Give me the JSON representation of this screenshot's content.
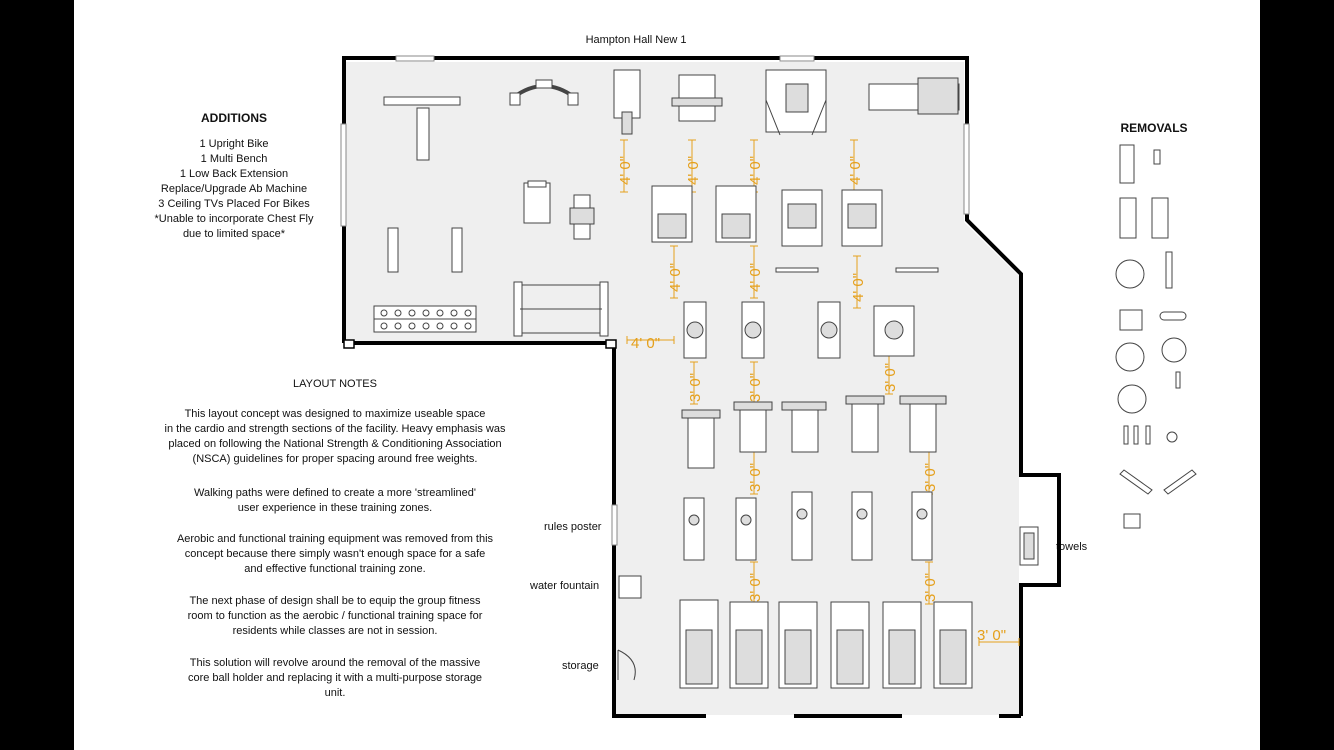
{
  "title": "Hampton Hall New 1",
  "additions": {
    "heading": "ADDITIONS",
    "lines": [
      "1 Upright Bike",
      "1 Multi Bench",
      "1 Low Back Extension",
      "Replace/Upgrade Ab Machine",
      "3 Ceiling TVs Placed For Bikes",
      "*Unable to incorporate Chest Fly",
      "due to limited space*"
    ]
  },
  "removals": {
    "heading": "REMOVALS"
  },
  "layout_notes": {
    "heading": "LAYOUT NOTES",
    "paragraphs": [
      [
        "This layout concept was designed to maximize useable space",
        "in the cardio and strength sections of the facility.  Heavy emphasis was",
        "placed on following the National Strength & Conditioning Association",
        "(NSCA) guidelines for proper spacing around free weights."
      ],
      [
        "Walking paths were defined to create a more 'streamlined'",
        "user experience in these training zones."
      ],
      [
        "Aerobic and functional training equipment was removed from this",
        "concept because there simply wasn't enough space for a safe",
        "and effective functional training zone."
      ],
      [
        "The next phase of design shall be to equip the group fitness",
        "room to function as the aerobic / functional training space for",
        "residents while classes are not in session."
      ],
      [
        "This solution will revolve around the removal of the massive",
        "core ball holder and replacing it with a multi-purpose storage",
        "unit."
      ]
    ]
  },
  "labels": {
    "rules_poster": "rules poster",
    "water_fountain": "water fountain",
    "storage": "storage",
    "towels": "towels"
  },
  "dimensions": {
    "four_foot": "4' 0\"",
    "three_foot": "3' 0\""
  },
  "colors": {
    "dimension": "#e5a01c",
    "floor": "#efefef",
    "wall": "#000000"
  }
}
